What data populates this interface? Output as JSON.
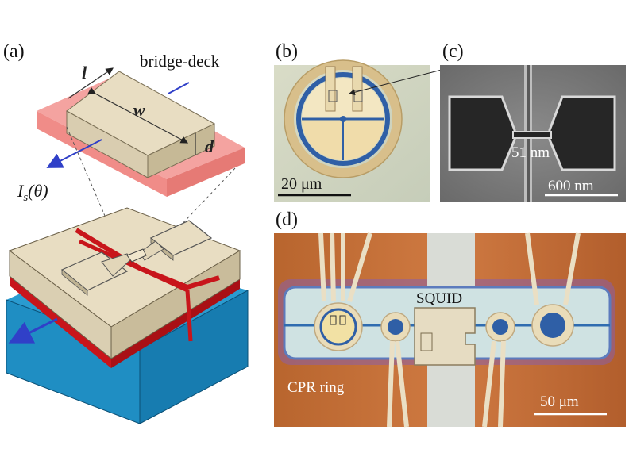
{
  "panels": {
    "a": {
      "label": "(a)",
      "title": "bridge-deck",
      "dim_l": "l",
      "dim_w": "w",
      "dim_d": "d",
      "current": "I",
      "current_sub": "s",
      "current_arg": "(θ)"
    },
    "b": {
      "label": "(b)",
      "scalebar": "20 μm"
    },
    "c": {
      "label": "(c)",
      "gap": "51 nm",
      "scalebar": "600 nm"
    },
    "d": {
      "label": "(d)",
      "squid": "SQUID",
      "cpr": "CPR ring",
      "scalebar": "50 μm"
    }
  },
  "colors": {
    "beige": "#e6dcc2",
    "beige_dark": "#bdb296",
    "pink": "#f4a3a0",
    "pink_dark": "#e07d78",
    "red": "#c8151b",
    "blue": "#1f8ec3",
    "blue_dark": "#11679b",
    "arrow": "#3040c8",
    "orange": "#c9713a",
    "chip_light": "#cfe2e2",
    "sem_dark": "#262626",
    "sem_light": "#9a9a9a"
  }
}
